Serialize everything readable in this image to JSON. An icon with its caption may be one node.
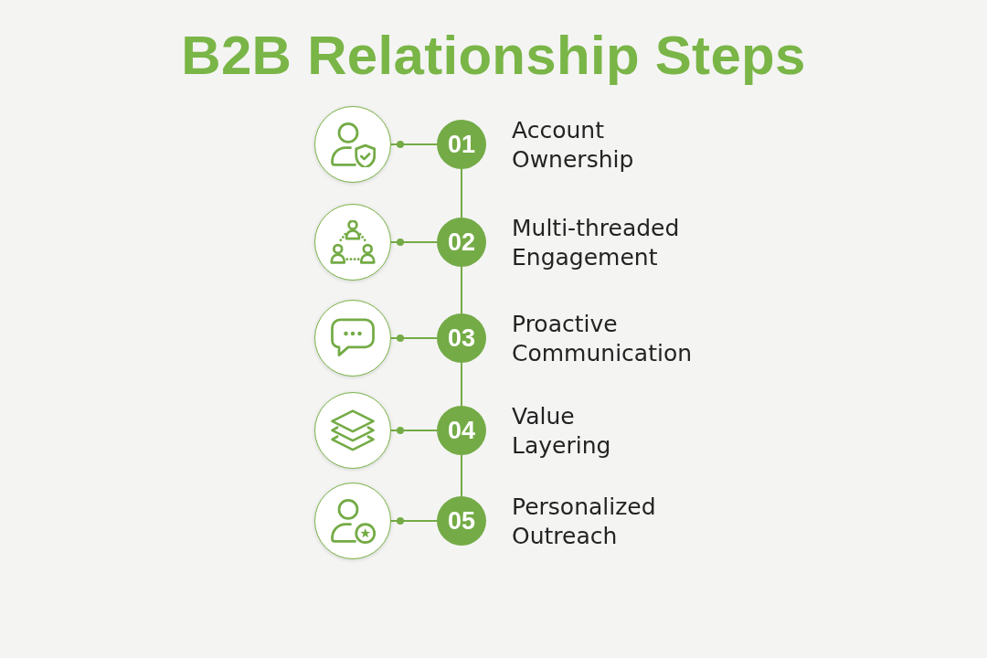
{
  "diagram": {
    "title": "B2B Relationship Steps",
    "nodes": [
      {
        "text": [],
        "shape": "circle"
      },
      {
        "text": [
          "01"
        ],
        "beside": [
          "Account Ownership"
        ]
      },
      {
        "text": [],
        "shape": "circle"
      },
      {
        "text": [
          "02"
        ],
        "beside": [
          "Multi-threaded Engagement"
        ]
      },
      {
        "text": [],
        "shape": "circle"
      },
      {
        "text": [
          "03"
        ],
        "beside": [
          "Proactive Communication"
        ]
      },
      {
        "text": [],
        "shape": "circle"
      },
      {
        "text": [
          "04"
        ],
        "beside": [
          "Value Layering"
        ]
      },
      {
        "text": [],
        "shape": "circle"
      },
      {
        "text": [
          "05"
        ],
        "beside": [
          "Personalized Outreach"
        ]
      }
    ],
    "edges": [
      {
        "from": 0,
        "to": 1,
        "arrow": "other"
      },
      {
        "from": 2,
        "to": 3,
        "arrow": "other"
      },
      {
        "from": 4,
        "to": 5,
        "arrow": "other"
      },
      {
        "from": 6,
        "to": 7,
        "arrow": "other"
      },
      {
        "from": 8,
        "to": 9,
        "arrow": "other"
      },
      {
        "from": 1,
        "to": 3,
        "arrow": "none"
      },
      {
        "from": 3,
        "to": 5,
        "arrow": "none"
      },
      {
        "from": 5,
        "to": 7,
        "arrow": "none"
      },
      {
        "from": 7,
        "to": 9,
        "arrow": "none"
      }
    ]
  }
}
